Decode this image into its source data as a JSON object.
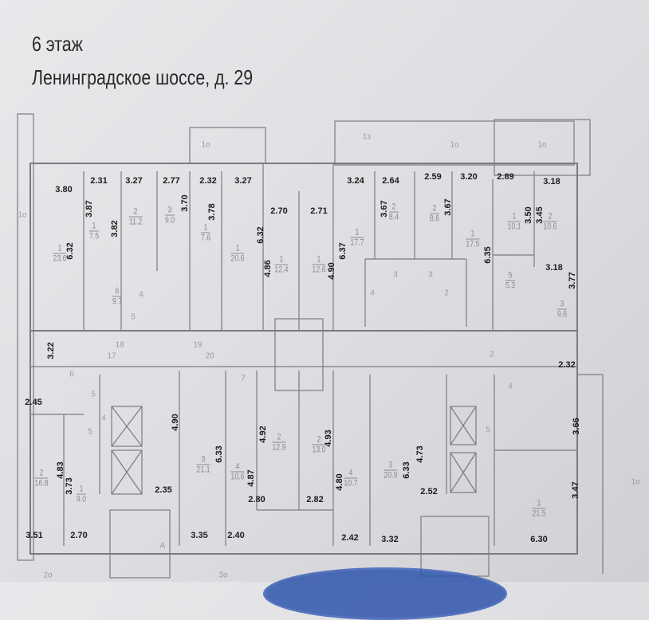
{
  "header": {
    "floor": "6 этаж",
    "address": "Ленинградское шоссе, д. 29"
  },
  "dimensions": [
    "3.80",
    "2.31",
    "3.27",
    "2.77",
    "2.32",
    "3.27",
    "2.70",
    "2.71",
    "3.24",
    "2.64",
    "2.59",
    "3.20",
    "2.89",
    "3.18",
    "3.87",
    "3.82",
    "3.70",
    "3.78",
    "6.32",
    "6.32",
    "4.86",
    "4.90",
    "6.37",
    "3.67",
    "3.67",
    "6.35",
    "3.50",
    "3.45",
    "3.18",
    "3.77",
    "3.22",
    "2.45",
    "4.90",
    "6.33",
    "4.83",
    "3.73",
    "2.35",
    "4.92",
    "4.87",
    "4.93",
    "2.80",
    "2.82",
    "4.80",
    "6.33",
    "4.73",
    "2.52",
    "2.32",
    "3.66",
    "3.47",
    "3.51",
    "2.70",
    "3.35",
    "2.40",
    "2.42",
    "3.32",
    "6.30"
  ],
  "rooms": [
    {
      "n": "1",
      "area": "23.6"
    },
    {
      "n": "1",
      "area": "7.5"
    },
    {
      "n": "2",
      "area": "11.2"
    },
    {
      "n": "3",
      "area": "9.0"
    },
    {
      "n": "1",
      "area": "7.6"
    },
    {
      "n": "1",
      "area": "20.6"
    },
    {
      "n": "1",
      "area": "12.4"
    },
    {
      "n": "1",
      "area": "12.6"
    },
    {
      "n": "1",
      "area": "17.7"
    },
    {
      "n": "2",
      "area": "8.4"
    },
    {
      "n": "2",
      "area": "8.6"
    },
    {
      "n": "1",
      "area": "17.5"
    },
    {
      "n": "1",
      "area": "10.1"
    },
    {
      "n": "2",
      "area": "10.6"
    },
    {
      "n": "5",
      "area": "5.3"
    },
    {
      "n": "3",
      "area": "9.6"
    },
    {
      "n": "6",
      "area": "9.7"
    },
    {
      "n": "2",
      "area": "16.8"
    },
    {
      "n": "1",
      "area": "9.0"
    },
    {
      "n": "3",
      "area": "21.1"
    },
    {
      "n": "4",
      "area": "10.6"
    },
    {
      "n": "2",
      "area": "12.9"
    },
    {
      "n": "2",
      "area": "13.0"
    },
    {
      "n": "4",
      "area": "10.7"
    },
    {
      "n": "3",
      "area": "20.9"
    },
    {
      "n": "1",
      "area": "21.5"
    }
  ],
  "small_labels": [
    "1о",
    "1о",
    "1з",
    "1о",
    "1о",
    "1о",
    "18",
    "19",
    "20",
    "17",
    "5",
    "5",
    "4",
    "4",
    "3",
    "3",
    "2",
    "2",
    "7",
    "6",
    "4",
    "5",
    "5",
    "4",
    "А",
    "2о",
    "3о"
  ]
}
